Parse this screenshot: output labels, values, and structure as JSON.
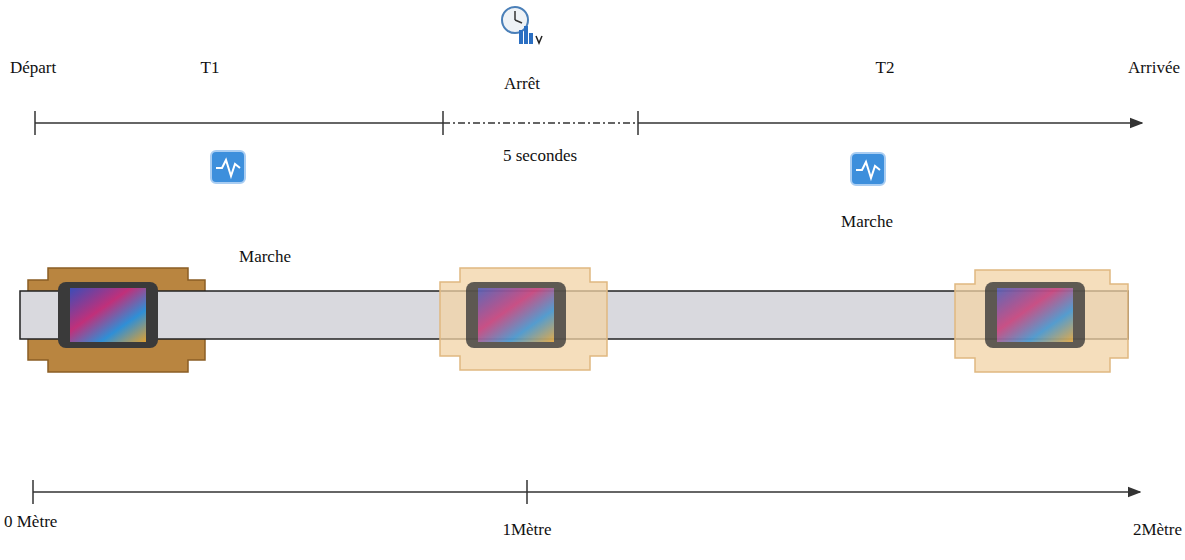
{
  "diagram": {
    "labels": [
      "Départ",
      "T1",
      "Arrêt",
      "T2",
      "Arrivée",
      "5 secondes",
      "Marche",
      "Marche",
      "0 Mètre",
      "1Mètre",
      "2Mètre"
    ]
  }
}
